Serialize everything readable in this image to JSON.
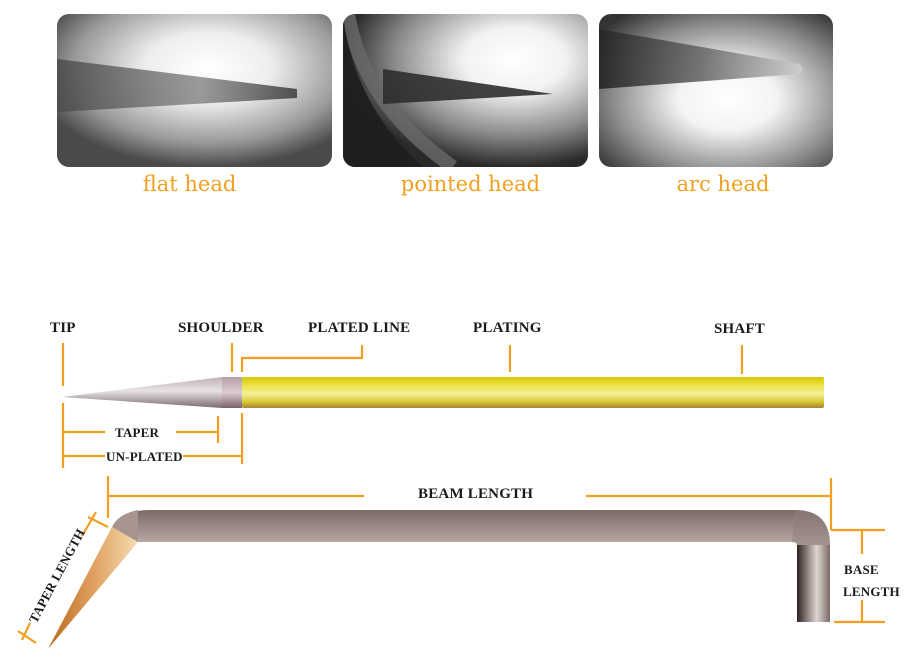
{
  "head_types": [
    {
      "caption": "flat head",
      "icon": "flat-head-photo"
    },
    {
      "caption": "pointed head",
      "icon": "pointed-head-photo"
    },
    {
      "caption": "arc head",
      "icon": "arc-head-photo"
    }
  ],
  "straight_probe": {
    "labels": {
      "tip": "TIP",
      "shoulder": "SHOULDER",
      "plated_line": "PLATED LINE",
      "plating": "PLATING",
      "shaft": "SHAFT",
      "taper": "TAPER",
      "unplated": "UN-PLATED"
    }
  },
  "bent_probe": {
    "labels": {
      "beam_length": "BEAM LENGTH",
      "taper_length": "TAPER LENGTH",
      "base": "BASE",
      "length": "LENGTH"
    }
  },
  "colors": {
    "accent_orange": "#f0a01e",
    "plating_yellow": "#d9cf1a",
    "label_text": "#1a1a1a",
    "bent_probe_metal": "#9a8a86"
  }
}
